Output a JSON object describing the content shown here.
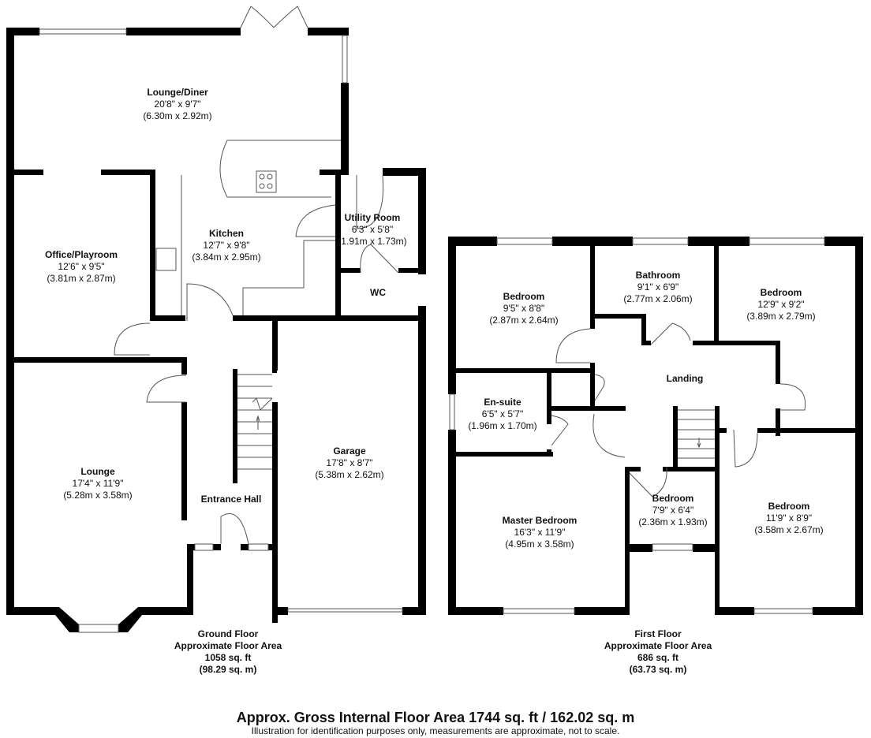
{
  "ground_floor": {
    "rooms": [
      {
        "name": "Lounge/Diner",
        "imperial": "20'8\" x 9'7\"",
        "metric": "(6.30m x 2.92m)"
      },
      {
        "name": "Kitchen",
        "imperial": "12'7\" x 9'8\"",
        "metric": "(3.84m x 2.95m)"
      },
      {
        "name": "Utility Room",
        "imperial": "6'3\" x 5'8\"",
        "metric": "(1.91m x 1.73m)"
      },
      {
        "name": "Office/Playroom",
        "imperial": "12'6\" x 9'5\"",
        "metric": "(3.81m x 2.87m)"
      },
      {
        "name": "WC"
      },
      {
        "name": "Lounge",
        "imperial": "17'4\" x 11'9\"",
        "metric": "(5.28m x 3.58m)"
      },
      {
        "name": "Garage",
        "imperial": "17'8\" x 8'7\"",
        "metric": "(5.38m x 2.62m)"
      },
      {
        "name": "Entrance Hall"
      }
    ],
    "area": {
      "title": "Ground Floor",
      "subtitle": "Approximate Floor Area",
      "sqft": "1058 sq. ft",
      "sqm": "(98.29 sq. m)"
    }
  },
  "first_floor": {
    "rooms": [
      {
        "name": "Bedroom",
        "imperial": "9'5\" x 8'8\"",
        "metric": "(2.87m x 2.64m)"
      },
      {
        "name": "Bathroom",
        "imperial": "9'1\" x 6'9\"",
        "metric": "(2.77m x 2.06m)"
      },
      {
        "name": "Bedroom",
        "imperial": "12'9\" x 9'2\"",
        "metric": "(3.89m x 2.79m)"
      },
      {
        "name": "Landing"
      },
      {
        "name": "En-suite",
        "imperial": "6'5\" x 5'7\"",
        "metric": "(1.96m x 1.70m)"
      },
      {
        "name": "Master Bedroom",
        "imperial": "16'3\" x 11'9\"",
        "metric": "(4.95m x 3.58m)"
      },
      {
        "name": "Bedroom",
        "imperial": "7'9\" x 6'4\"",
        "metric": "(2.36m x 1.93m)"
      },
      {
        "name": "Bedroom",
        "imperial": "11'9\" x 8'9\"",
        "metric": "(3.58m x 2.67m)"
      }
    ],
    "area": {
      "title": "First Floor",
      "subtitle": "Approximate Floor Area",
      "sqft": "686 sq. ft",
      "sqm": "(63.73 sq. m)"
    }
  },
  "footer": {
    "gross": "Approx. Gross Internal Floor Area 1744 sq. ft / 162.02 sq. m",
    "note": "Illustration for identification purposes only, measurements are approximate, not to scale."
  },
  "colors": {
    "wall": "#000000",
    "line": "#555555"
  }
}
